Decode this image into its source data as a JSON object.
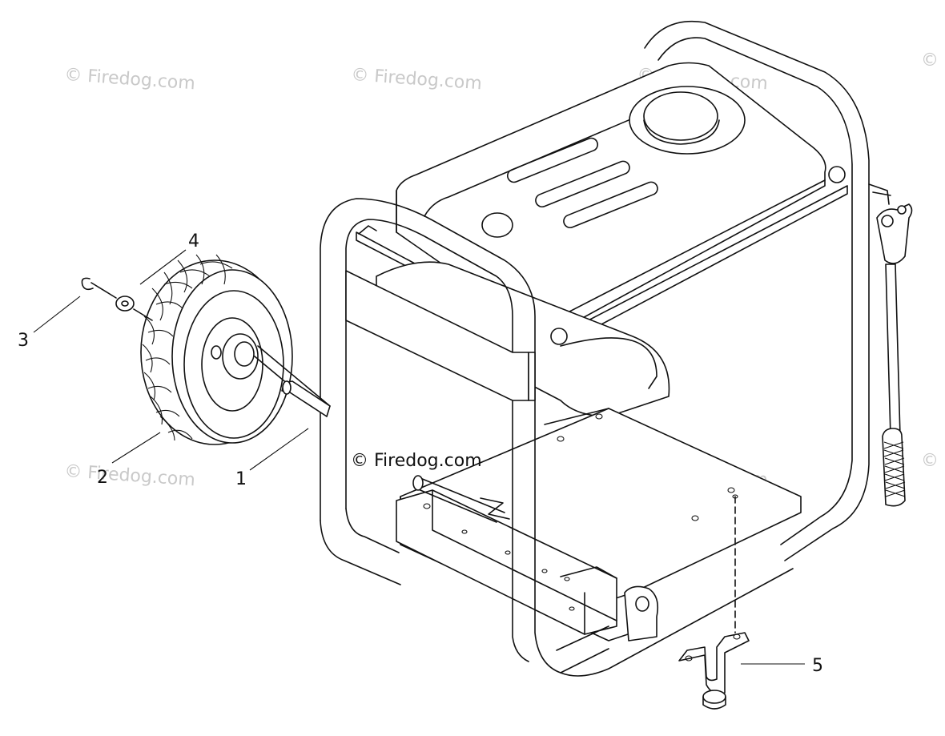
{
  "diagram": {
    "callouts": [
      {
        "id": "1",
        "label": "1"
      },
      {
        "id": "2",
        "label": "2"
      },
      {
        "id": "3",
        "label": "3"
      },
      {
        "id": "4",
        "label": "4"
      },
      {
        "id": "5",
        "label": "5"
      }
    ],
    "watermarks": [
      "© Firedog.com",
      "© Firedog.com",
      "© Firedog.com",
      "© Firedog.com",
      "© Firedog.com",
      "© Firedog.com"
    ],
    "center_watermark": "© Firedog.com"
  },
  "colors": {
    "ink": "#111111",
    "watermark": "#c9c9c9",
    "background": "#ffffff"
  }
}
